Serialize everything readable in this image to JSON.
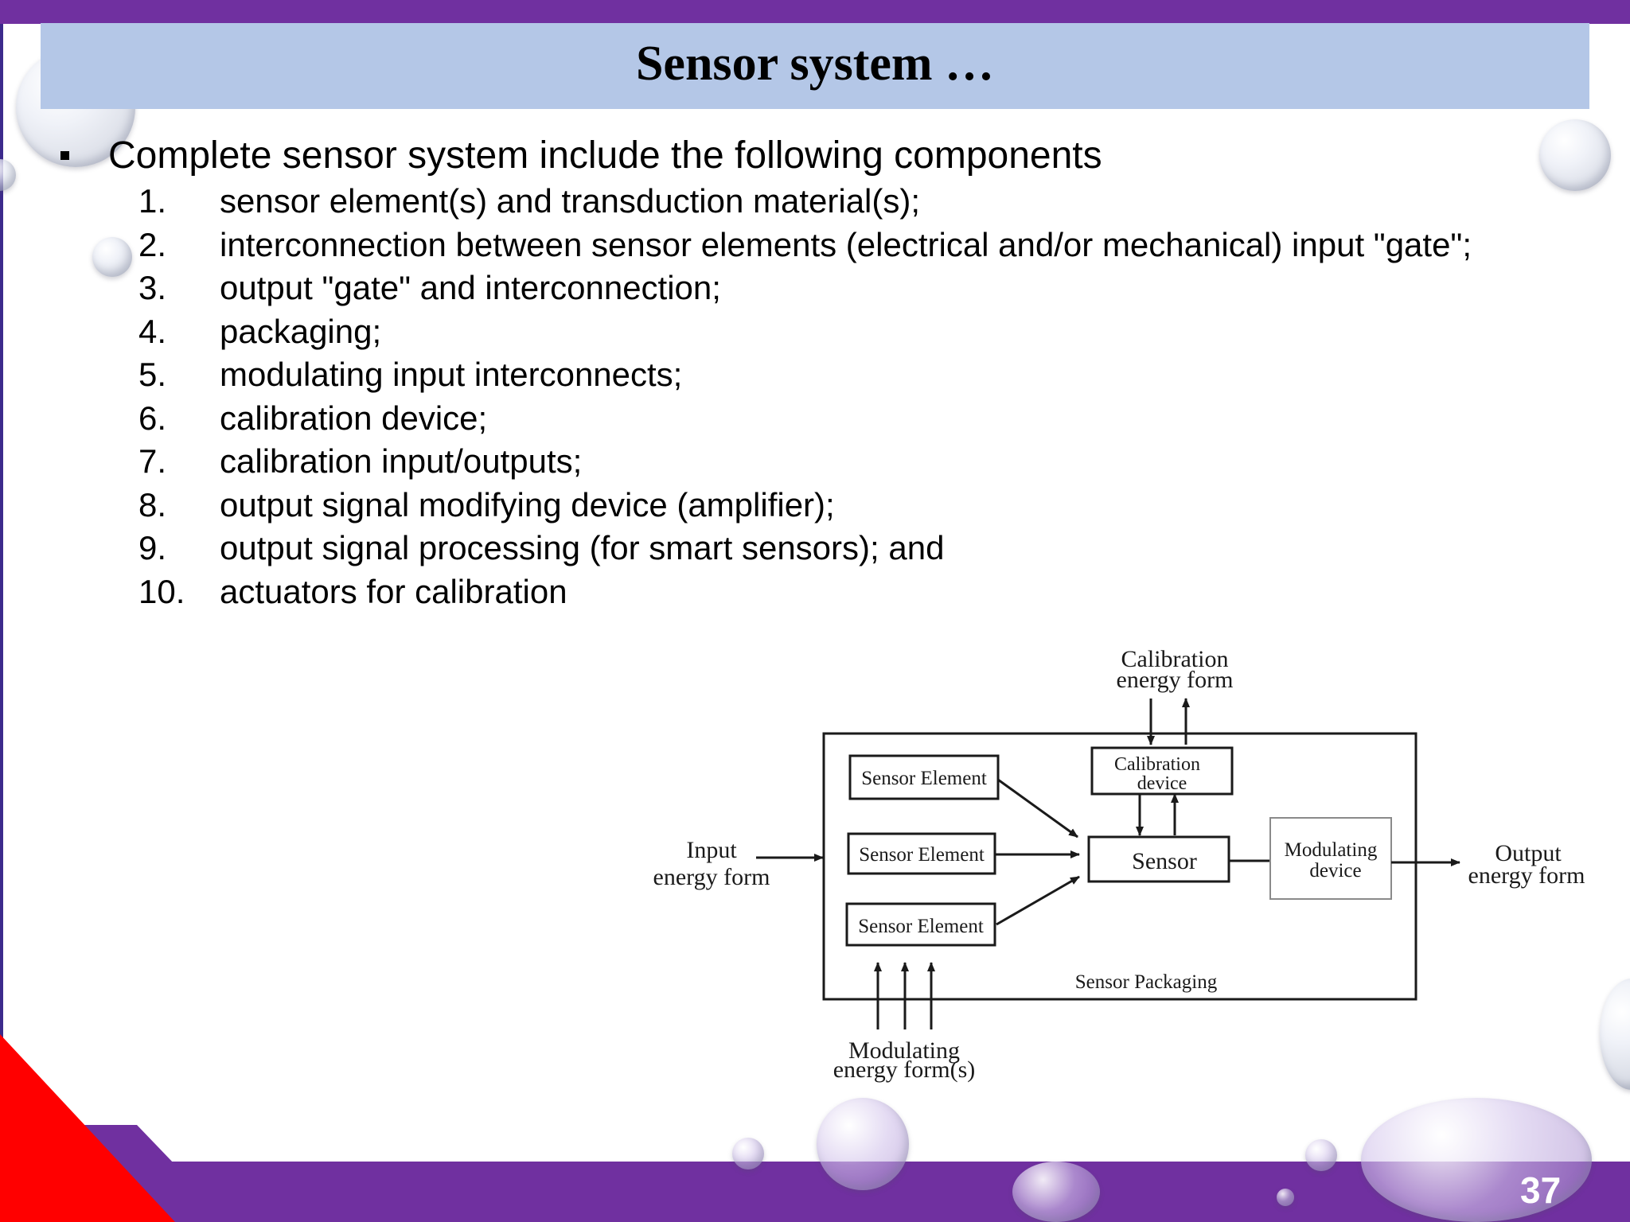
{
  "slide": {
    "title": "Sensor system …",
    "bullet": "Complete sensor system include the following components",
    "items": [
      {
        "num": "1.",
        "text": "sensor element(s) and transduction material(s);"
      },
      {
        "num": "2.",
        "text": "interconnection between sensor elements (electrical and/or mechanical) input \"gate\";"
      },
      {
        "num": "3.",
        "text": "output \"gate\" and interconnection;"
      },
      {
        "num": "4.",
        "text": "packaging;"
      },
      {
        "num": "5.",
        "text": "modulating input interconnects;"
      },
      {
        "num": "6.",
        "text": "calibration device;"
      },
      {
        "num": "7.",
        "text": "calibration input/outputs;"
      },
      {
        "num": "8.",
        "text": "output signal modifying device (amplifier);"
      },
      {
        "num": "9.",
        "text": "output signal processing (for smart sensors); and"
      },
      {
        "num": "10.",
        "text": "actuators for calibration"
      }
    ],
    "page_number": "37"
  },
  "diagram": {
    "calibration_energy": [
      "Calibration",
      "energy form"
    ],
    "input_energy": [
      "Input",
      "energy form"
    ],
    "output_energy": [
      "Output",
      "energy form"
    ],
    "modulating_energy": [
      "Modulating",
      "energy form(s)"
    ],
    "sensor_element_1": "Sensor Element",
    "sensor_element_2": "Sensor Element",
    "sensor_element_3": "Sensor Element",
    "calibration_device": [
      "Calibration",
      "device"
    ],
    "sensor": "Sensor",
    "modulating_device": [
      "Modulating",
      "device"
    ],
    "packaging": "Sensor Packaging"
  },
  "colors": {
    "band": "#7030a0",
    "title_bar": "#b4c7e7",
    "accent_red": "#ff0000"
  }
}
